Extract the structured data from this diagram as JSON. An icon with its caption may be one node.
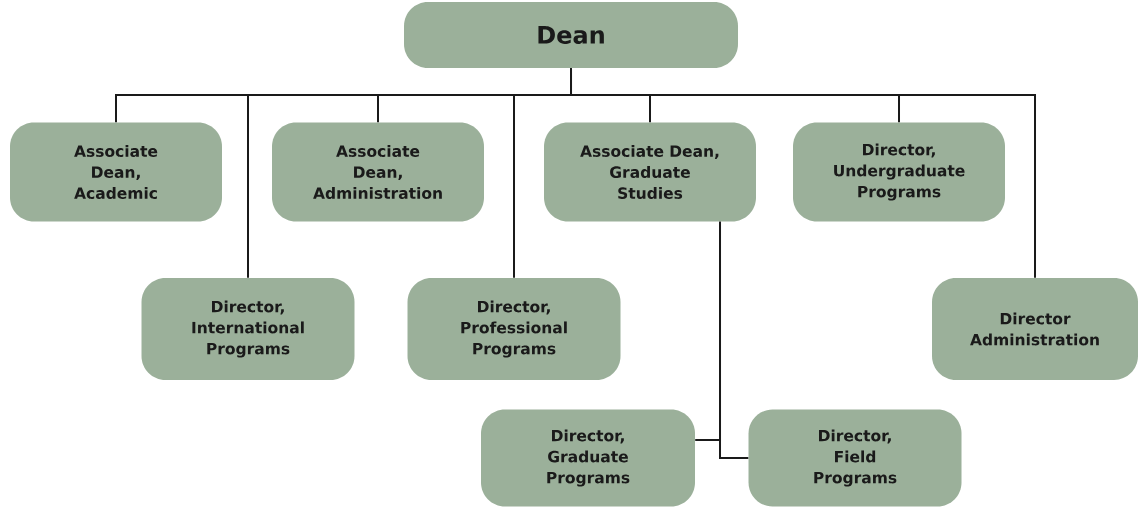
{
  "diagram": {
    "nodes": [
      {
        "text": [
          "Dean"
        ]
      },
      {
        "text": [
          "Associate Dean, Academic"
        ]
      },
      {
        "text": [
          "Director, International Programs"
        ]
      },
      {
        "text": [
          "Associate Dean, Administration"
        ]
      },
      {
        "text": [
          "Director, Professional Programs"
        ]
      },
      {
        "text": [
          "Associate Dean, Graduate Studies"
        ]
      },
      {
        "text": [
          "Director, Undergraduate Programs"
        ]
      },
      {
        "text": [
          "Director Administration"
        ]
      },
      {
        "text": [
          "Director, Graduate Programs"
        ]
      },
      {
        "text": [
          "Director, Field Programs"
        ]
      }
    ],
    "edges": [
      {
        "from": 0,
        "to": 1,
        "arrow": "none"
      },
      {
        "from": 0,
        "to": 2,
        "arrow": "none"
      },
      {
        "from": 0,
        "to": 3,
        "arrow": "none"
      },
      {
        "from": 0,
        "to": 4,
        "arrow": "none"
      },
      {
        "from": 0,
        "to": 5,
        "arrow": "none"
      },
      {
        "from": 0,
        "to": 6,
        "arrow": "none"
      },
      {
        "from": 0,
        "to": 7,
        "arrow": "none"
      },
      {
        "from": 5,
        "to": 8,
        "arrow": "none"
      },
      {
        "from": 5,
        "to": 9,
        "arrow": "none"
      }
    ]
  }
}
